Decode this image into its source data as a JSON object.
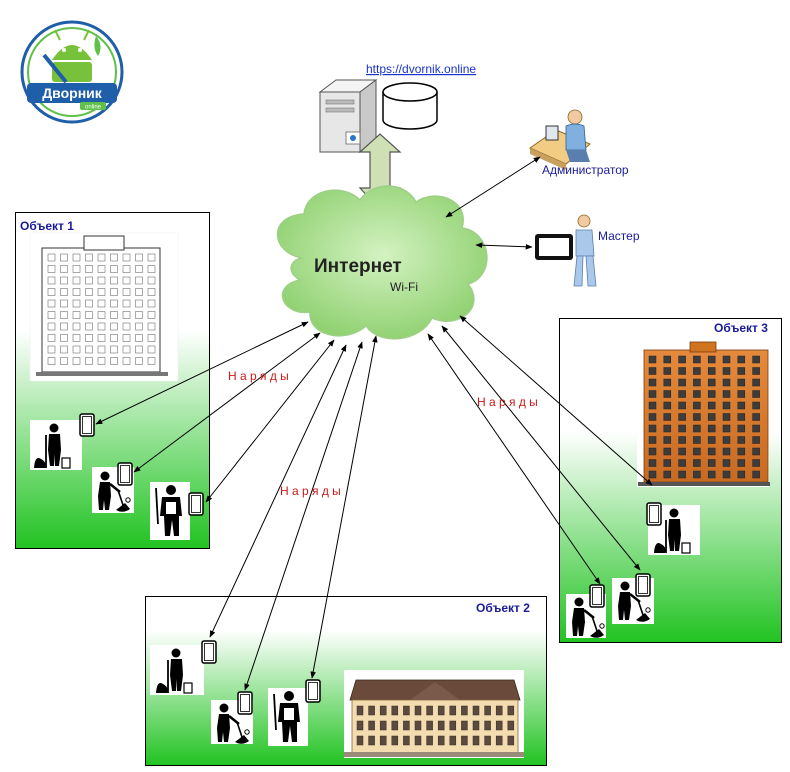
{
  "url": "https://dvornik.online",
  "cloud": {
    "title": "Интернет",
    "subtitle": "Wi-Fi"
  },
  "admin_label": "Администратор",
  "master_label": "Мастер",
  "objects": {
    "obj1": "Объект 1",
    "obj2": "Объект 2",
    "obj3": "Объект 3"
  },
  "orders_label": "Н а р я д ы",
  "logo": {
    "text": "Дворник",
    "sub": "online"
  },
  "colors": {
    "gradient_top": "#ffffff",
    "gradient_bottom": "#22c322",
    "cloud": "#a8df8a",
    "order_text": "#cc1a1a",
    "object_title": "#1a1a99"
  }
}
